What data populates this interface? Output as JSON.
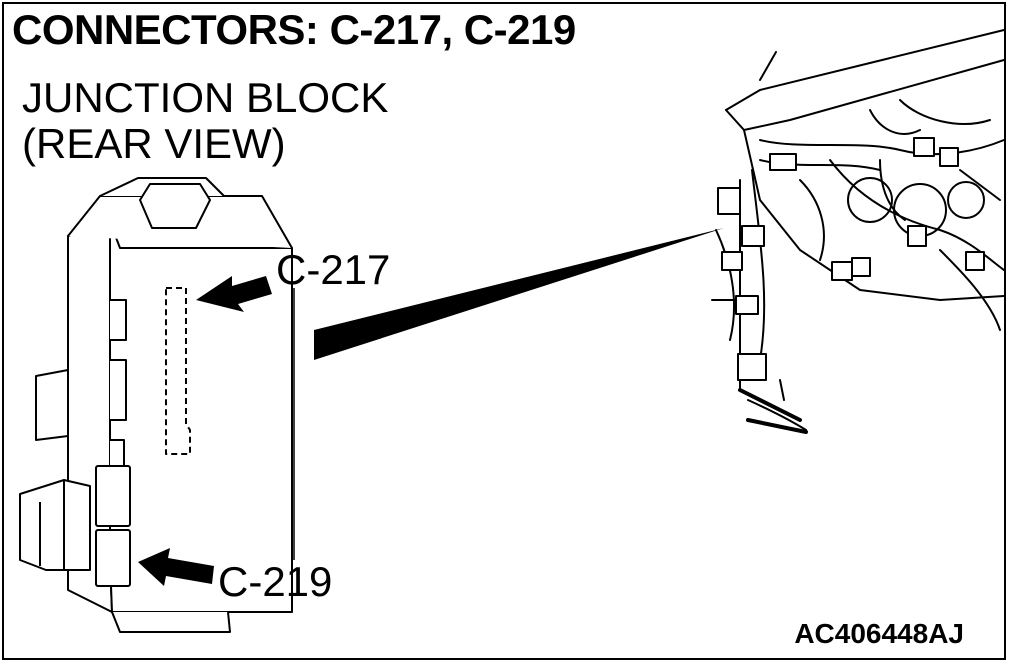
{
  "header": {
    "title": "CONNECTORS: C-217, C-219"
  },
  "view": {
    "line1": "JUNCTION BLOCK",
    "line2": "(REAR VIEW)"
  },
  "callouts": {
    "c217": "C-217",
    "c219": "C-219"
  },
  "reference": "AC406448AJ"
}
